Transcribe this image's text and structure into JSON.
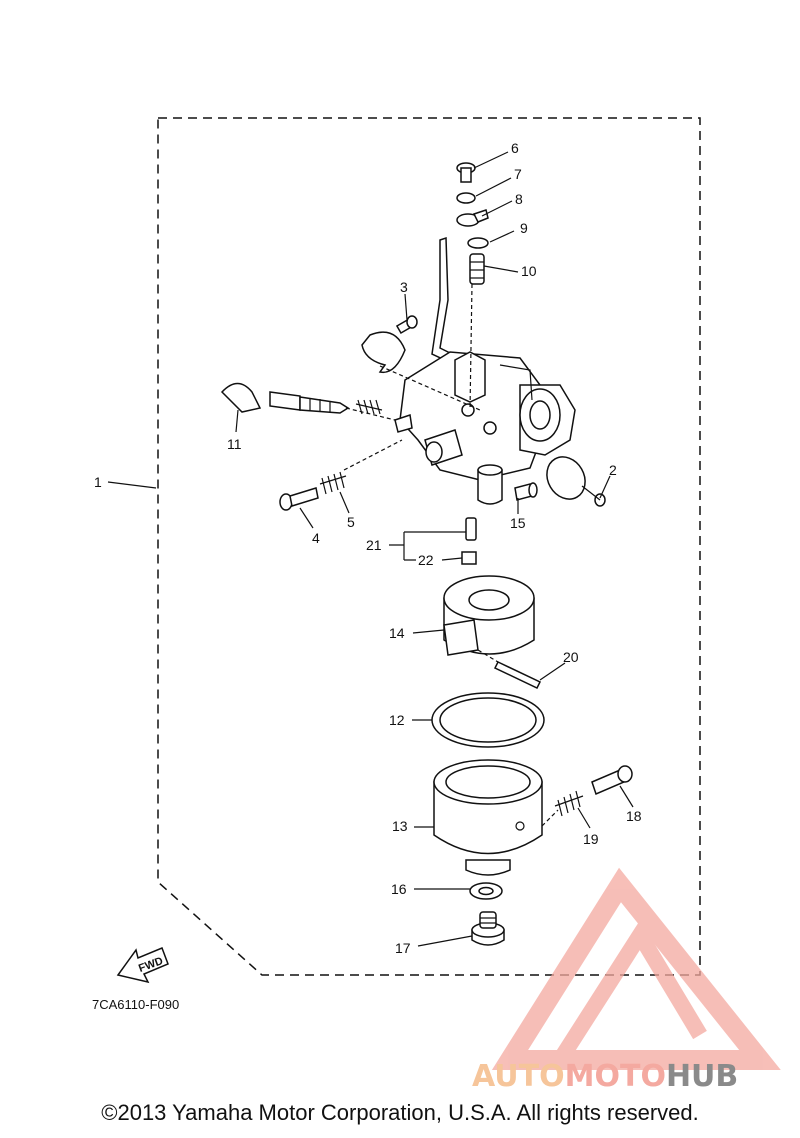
{
  "diagram": {
    "part_code": "7CA6110-F090",
    "fwd_label": "FWD",
    "callouts": [
      {
        "id": "1",
        "label": "1"
      },
      {
        "id": "2",
        "label": "2"
      },
      {
        "id": "3",
        "label": "3"
      },
      {
        "id": "4",
        "label": "4"
      },
      {
        "id": "5",
        "label": "5"
      },
      {
        "id": "6",
        "label": "6"
      },
      {
        "id": "7",
        "label": "7"
      },
      {
        "id": "8",
        "label": "8"
      },
      {
        "id": "9",
        "label": "9"
      },
      {
        "id": "10",
        "label": "10"
      },
      {
        "id": "11",
        "label": "11"
      },
      {
        "id": "12",
        "label": "12"
      },
      {
        "id": "13",
        "label": "13"
      },
      {
        "id": "14",
        "label": "14"
      },
      {
        "id": "15",
        "label": "15"
      },
      {
        "id": "16",
        "label": "16"
      },
      {
        "id": "17",
        "label": "17"
      },
      {
        "id": "18",
        "label": "18"
      },
      {
        "id": "19",
        "label": "19"
      },
      {
        "id": "20",
        "label": "20"
      },
      {
        "id": "21",
        "label": "21"
      },
      {
        "id": "22",
        "label": "22"
      }
    ]
  },
  "watermark": {
    "part1": "AUTO",
    "part2": "MOTO",
    "part3": "HUB",
    "colors": {
      "auto": "#f6c59a",
      "moto": "#f4a9a0",
      "hub": "#8a8a8a",
      "triangle": "#f4a9a0"
    }
  },
  "footer": {
    "copyright": "©2013 Yamaha Motor Corporation, U.S.A. All rights reserved."
  }
}
